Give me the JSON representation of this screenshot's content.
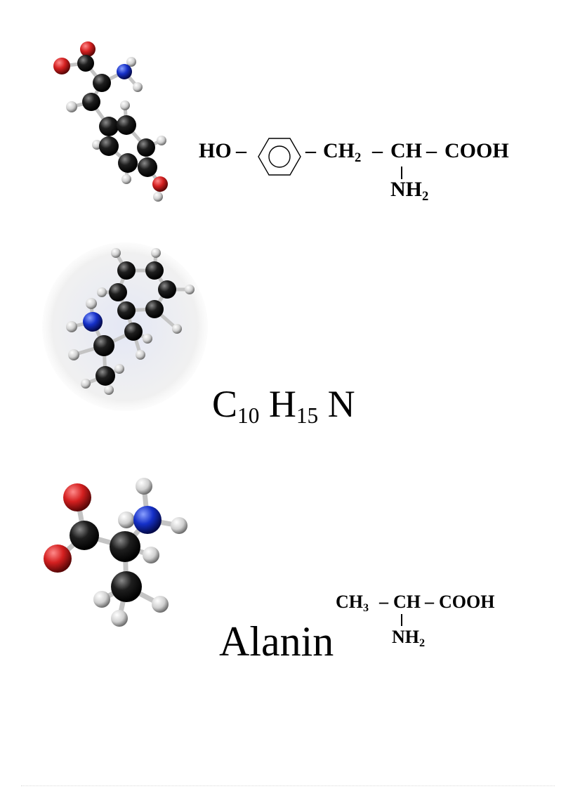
{
  "colors": {
    "oxygen": "#cc1f1f",
    "nitrogen": "#1530c8",
    "carbon": "#1a1a1a",
    "hydrogen": "#d0d0d0",
    "bond": "#bdbdbd"
  },
  "molecules": [
    {
      "id": "tyrosine",
      "model_description": "ball-and-stick-model",
      "formula": {
        "ho": "HO",
        "dash1": "–",
        "dash2": "–",
        "ch2_main": "CH",
        "ch2_sub": "2",
        "dash3": "–",
        "ch": "CH",
        "dash4": "–",
        "cooh": "COOH",
        "nh2_main": "NH",
        "nh2_sub": "2"
      }
    },
    {
      "id": "amphetamine",
      "model_description": "ball-and-stick-model",
      "formula": {
        "c": "C",
        "c_sub": "10",
        "h": "H",
        "h_sub": "15",
        "n": "N"
      }
    },
    {
      "id": "alanine",
      "model_description": "ball-and-stick-model",
      "name": "Alanin",
      "formula": {
        "ch3_main": "CH",
        "ch3_sub": "3",
        "dash1": "–",
        "ch": "CH",
        "dash2": "–",
        "cooh": "COOH",
        "nh2_main": "NH",
        "nh2_sub": "2"
      }
    }
  ]
}
